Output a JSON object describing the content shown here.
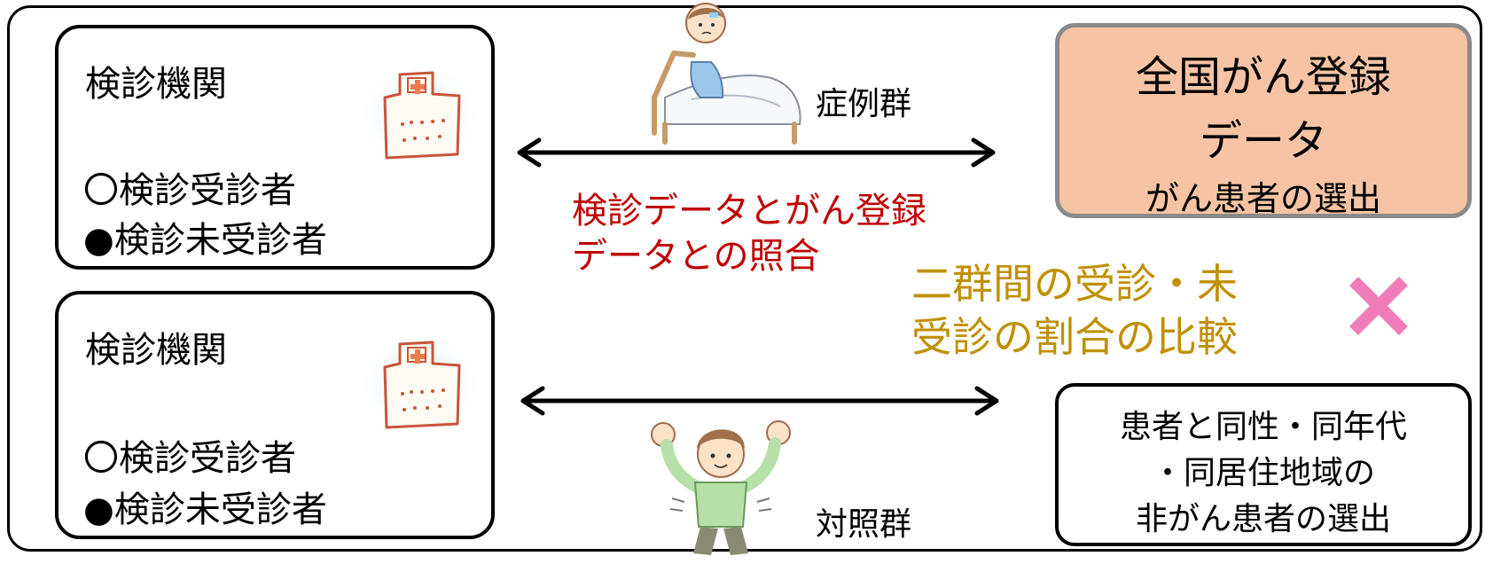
{
  "institutions": [
    {
      "title": "検診機関",
      "screened": "〇検診受診者",
      "unscreened": "●検診未受診者",
      "icon": "hospital-icon"
    },
    {
      "title": "検診機関",
      "screened": "〇検診受診者",
      "unscreened": "●検診未受診者",
      "icon": "hospital-icon"
    }
  ],
  "case_group": {
    "label": "症例群",
    "icon": "sick-person-in-bed-icon"
  },
  "control_group": {
    "label": "対照群",
    "icon": "healthy-person-icon"
  },
  "matching": {
    "line1": "検診データとがん登録",
    "line2": "データとの照合",
    "color": "#c00000"
  },
  "comparison": {
    "line1": "二群間の受診・未",
    "line2": "受診の割合の比較",
    "color": "#c09000"
  },
  "registry": {
    "line1": "全国がん登録",
    "line2": "データ",
    "line3": "がん患者の選出",
    "fill": "#f6c4a4",
    "border": "#8a8a8a"
  },
  "control_selection": {
    "line1": "患者と同性・同年代",
    "line2": "・同居住地域の",
    "line3": "非がん患者の選出"
  },
  "cross_mark": {
    "icon": "pink-cross-icon",
    "color": "#f07cb8"
  }
}
